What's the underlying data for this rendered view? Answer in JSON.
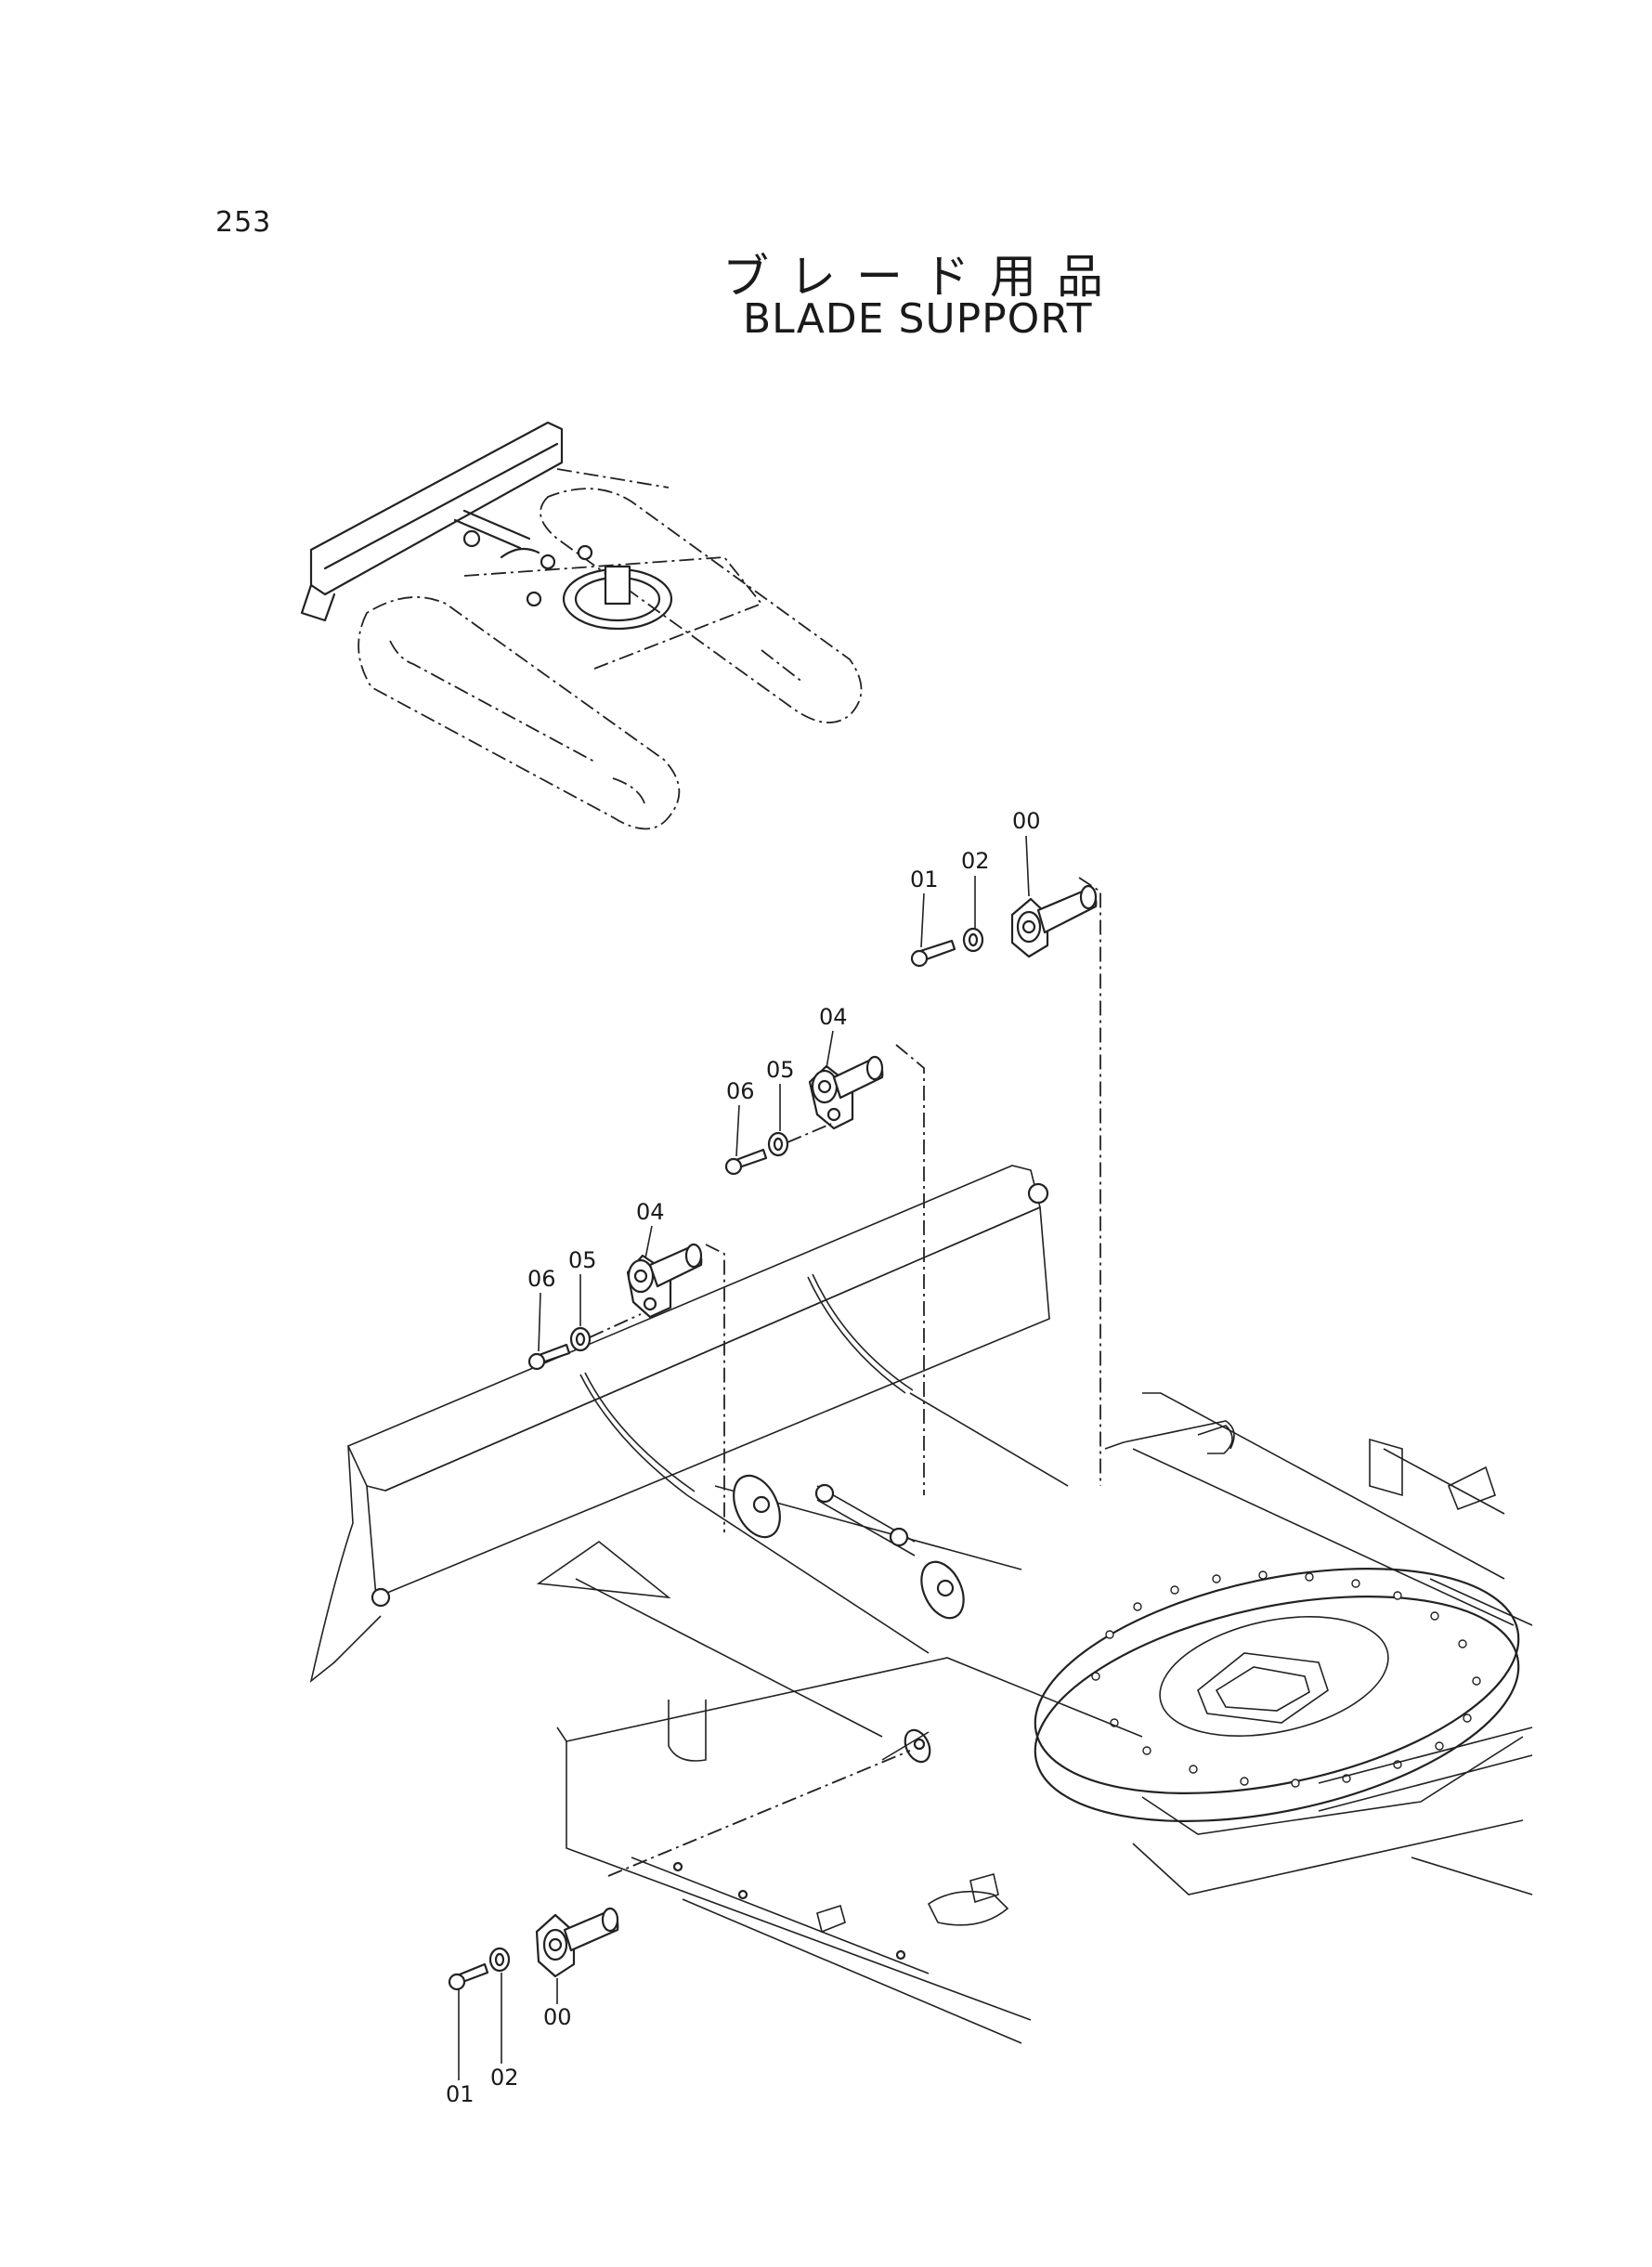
{
  "page": {
    "number": "253",
    "title_jp": "ブレード用品",
    "title_en": "BLADE SUPPORT"
  },
  "callouts": {
    "upper_pin_assembly": [
      "00",
      "01",
      "02"
    ],
    "middle_pin_assembly_1": [
      "04",
      "05",
      "06"
    ],
    "middle_pin_assembly_2": [
      "04",
      "05",
      "06"
    ],
    "lower_pin_assembly": [
      "00",
      "01",
      "02"
    ]
  }
}
